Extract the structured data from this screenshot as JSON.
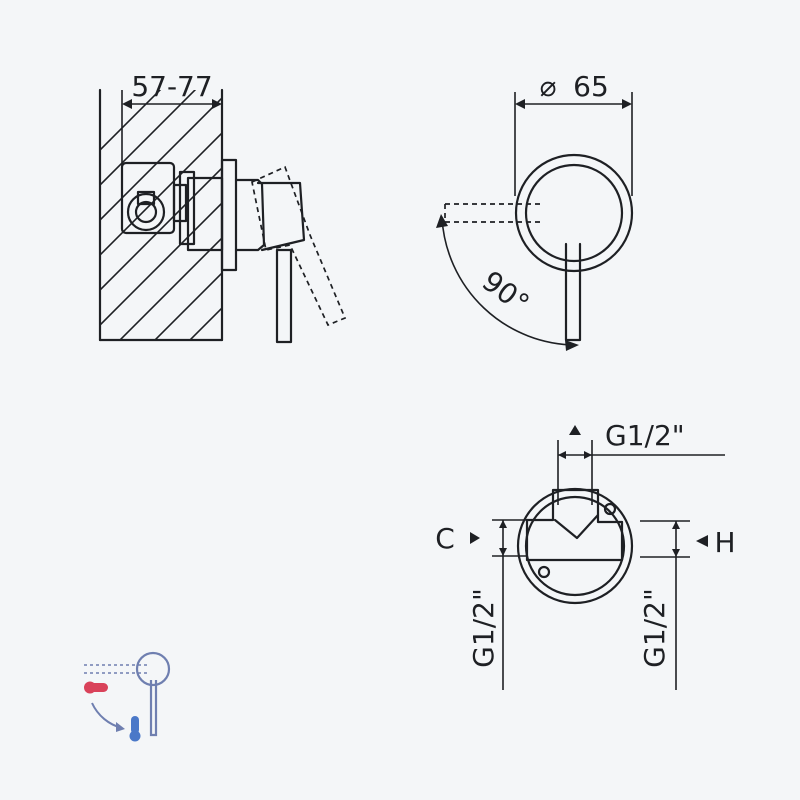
{
  "side_view": {
    "depth_label": "57-77"
  },
  "front_view": {
    "diameter_symbol": "⌀",
    "diameter_value": "65",
    "rotation_label": "90°"
  },
  "connection_view": {
    "top_thread": "G1/2\"",
    "left_marker": "C",
    "right_marker": "H",
    "left_thread": "G1/2\"",
    "right_thread": "G1/2\""
  },
  "legend": {
    "icon": "hot-cold-lever-icon",
    "colors": {
      "hot": "#d9425a",
      "cold": "#4a78c8",
      "outline": "#6f7fb0"
    }
  }
}
